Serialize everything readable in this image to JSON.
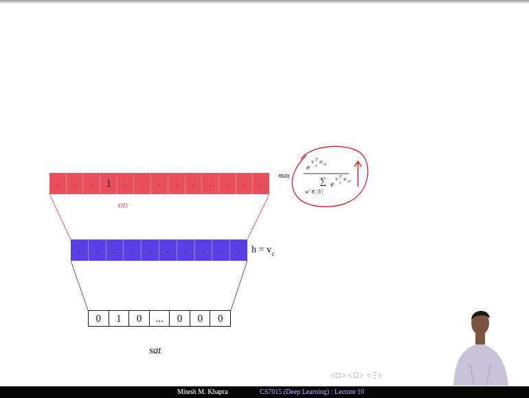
{
  "diagram": {
    "nodes": [
      {
        "text": [
          "on"
        ]
      },
      {
        "text": [
          "."
        ],
        "in": 0
      },
      {
        "text": [
          "."
        ],
        "in": 0
      },
      {
        "text": [
          "."
        ],
        "in": 0
      },
      {
        "text": [
          "1"
        ],
        "in": 0
      },
      {
        "text": [
          "."
        ],
        "in": 0
      },
      {
        "text": [
          "."
        ],
        "in": 0
      },
      {
        "text": [
          "."
        ],
        "in": 0
      },
      {
        "text": [
          "."
        ],
        "in": 0
      },
      {
        "text": [
          "."
        ],
        "in": 0
      },
      {
        "text": [
          "."
        ],
        "in": 0
      },
      {
        "text": [
          "."
        ],
        "in": 0
      },
      {
        "text": [
          "."
        ],
        "in": 0
      },
      {
        "text": [
          "."
        ],
        "in": 0
      },
      {
        "text": [
          "h = v",
          "c"
        ]
      },
      {
        "text": [
          "."
        ],
        "in": 14
      },
      {
        "text": [
          "."
        ],
        "in": 14
      },
      {
        "text": [
          "."
        ],
        "in": 14
      },
      {
        "text": [
          "."
        ],
        "in": 14
      },
      {
        "text": [
          "."
        ],
        "in": 14
      },
      {
        "text": [
          "."
        ],
        "in": 14
      },
      {
        "text": [
          "."
        ],
        "in": 14
      },
      {
        "text": [
          "."
        ],
        "in": 14
      },
      {
        "text": [
          "."
        ],
        "in": 14
      },
      {
        "text": [
          "."
        ],
        "in": 14
      },
      {
        "text": [
          "sat"
        ]
      },
      {
        "text": [
          "0"
        ],
        "in": 25
      },
      {
        "text": [
          "1"
        ],
        "in": 25
      },
      {
        "text": [
          "0"
        ],
        "in": 25
      },
      {
        "text": [
          "..."
        ],
        "in": 25
      },
      {
        "text": [
          "0"
        ],
        "in": 25
      },
      {
        "text": [
          "0"
        ],
        "in": 25
      },
      {
        "text": [
          "0"
        ],
        "in": 25
      }
    ],
    "edges": [
      {
        "from": 0,
        "to": 14,
        "arrow": "none"
      },
      {
        "from": 0,
        "to": 14,
        "arrow": "none"
      },
      {
        "from": 14,
        "to": 25,
        "arrow": "none"
      },
      {
        "from": 14,
        "to": 25,
        "arrow": "none"
      }
    ],
    "labels": [
      "max",
      "e",
      "v",
      "c",
      "T",
      "u",
      "w",
      "∑",
      "w′ ∈ |V|",
      "e",
      "v",
      "c",
      "T",
      "u",
      "w′",
      "Mitesh M. Khapra",
      "CS7015 (Deep Learning) : Lecture 10"
    ]
  }
}
